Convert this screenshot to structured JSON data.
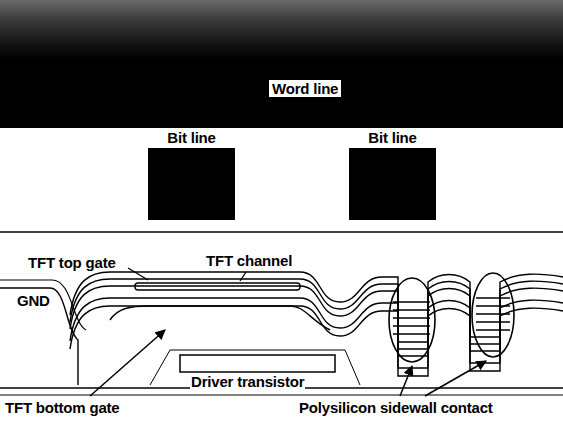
{
  "diagram": {
    "nodes": [
      {
        "text": [
          "Word line"
        ]
      },
      {
        "text": [
          "Bit line"
        ]
      },
      {
        "text": [
          "Bit line"
        ]
      }
    ],
    "labels": [
      "TFT top gate",
      "TFT channel",
      "GND",
      "Driver transistor",
      "TFT bottom gate",
      "Polysilicon sidewall contact"
    ]
  }
}
